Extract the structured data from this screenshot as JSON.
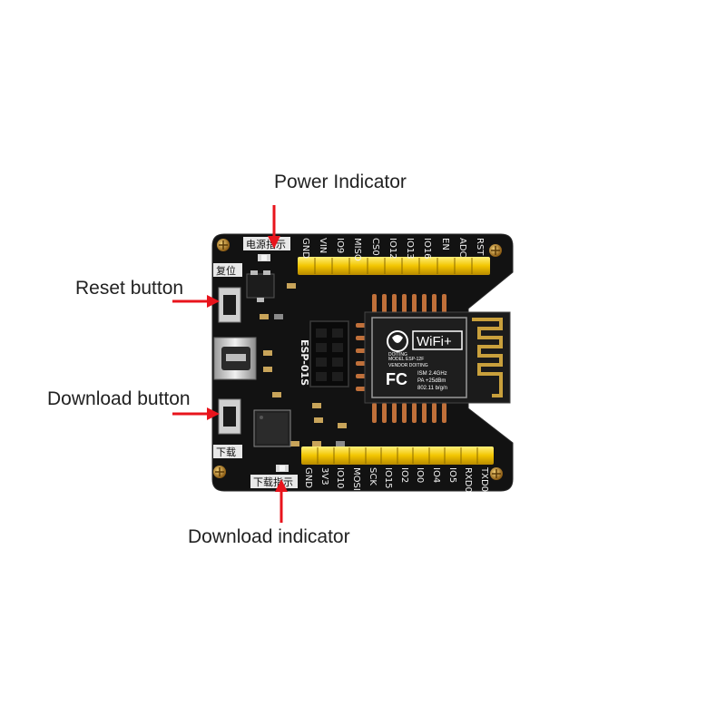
{
  "callouts": {
    "power_indicator": "Power Indicator",
    "reset_button": "Reset button",
    "download_button": "Download button",
    "download_indicator": "Download indicator"
  },
  "silkscreen": {
    "power_led_cn": "电源指示",
    "reset_cn": "复位",
    "download_cn": "下载",
    "download_led_cn": "下载指示",
    "socket_label": "ESP-01S"
  },
  "pins_top": [
    "GND",
    "VIN",
    "IO9",
    "MISO",
    "CS0",
    "IO12",
    "IO13",
    "IO16",
    "EN",
    "ADC",
    "RST"
  ],
  "pins_bottom": [
    "GND",
    "3V3",
    "IO10",
    "MOSI",
    "SCK",
    "IO15",
    "IO2",
    "IO0",
    "IO4",
    "IO5",
    "RXD0",
    "TXD0"
  ],
  "module": {
    "wifi_label": "WiFi+",
    "brand_label": "DOITING",
    "model_line": "MODEL    ESP-12F",
    "vendor_line": "VENDOR   DOITING",
    "fc_mark": "FC",
    "spec_lines": [
      "ISM  2.4GHz",
      "PA  +25dBm",
      "802.11 b/g/n"
    ]
  },
  "colors": {
    "board": "#101010",
    "header_pins": "#f2c500",
    "callout_arrow": "#e8141c",
    "silkscreen": "#f2f2f2",
    "module_pcb": "#1b1b1b",
    "antenna_trace": "#c9a03c"
  }
}
